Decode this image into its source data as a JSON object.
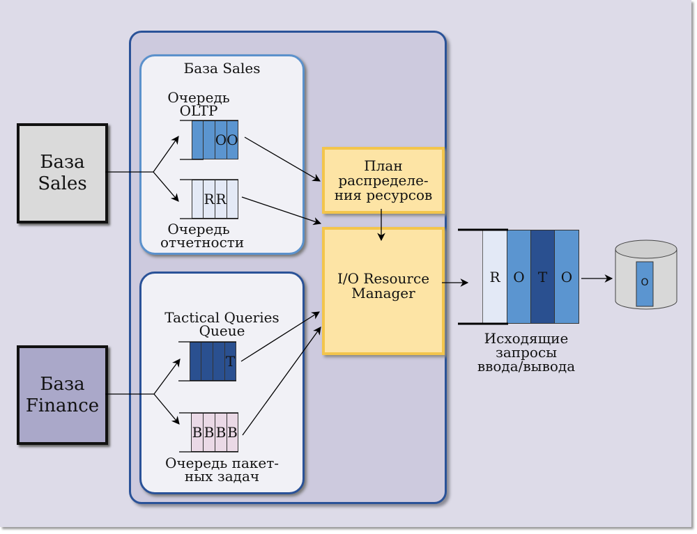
{
  "sources": {
    "sales": {
      "line1": "База",
      "line2": "Sales"
    },
    "finance": {
      "line1": "База",
      "line2": "Finance"
    }
  },
  "sales_group": {
    "title": "База Sales",
    "oltp_queue": {
      "label_line1": "Очередь",
      "label_line2": "OLTP",
      "items": [
        "",
        "",
        "O",
        "O"
      ]
    },
    "reporting_queue": {
      "label_line1": "Очередь",
      "label_line2": "отчетности",
      "items": [
        "",
        "R",
        "R",
        ""
      ]
    }
  },
  "finance_group": {
    "tactical_queue": {
      "label_line1": "Tactical Queries",
      "label_line2": "Queue",
      "items": [
        "",
        "",
        "",
        "T"
      ]
    },
    "batch_queue": {
      "label_line1": "Очередь пакет-",
      "label_line2": "ных задач",
      "items": [
        "B",
        "B",
        "B",
        "B"
      ]
    }
  },
  "resource_plan": {
    "line1": "План",
    "line2": "распределе-",
    "line3": "ния ресурсов"
  },
  "io_manager": {
    "line1": "I/O Resource",
    "line2": "Manager"
  },
  "outgoing_queue": {
    "items": [
      "R",
      "O",
      "T",
      "O"
    ],
    "label_line1": "Исходящие",
    "label_line2": "запросы",
    "label_line3": "ввода/вывода"
  },
  "disk": {
    "item": "O"
  },
  "colors": {
    "oltp": "#5b95d0",
    "reporting": "#e3e9f6",
    "tactical": "#2a5090",
    "batch": "#ead9e6",
    "plan_fill": "#fde4a5",
    "plan_border": "#f3c54c",
    "container_border": "#2a5298"
  }
}
